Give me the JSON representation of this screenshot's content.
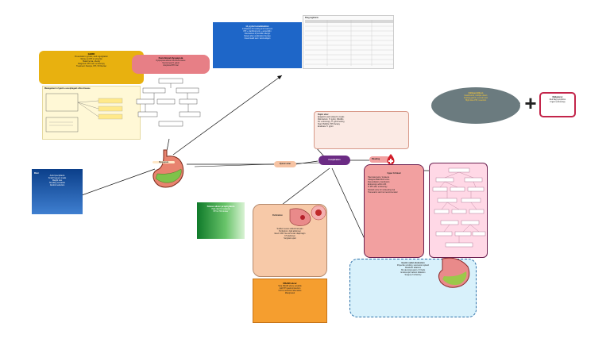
{
  "central": {
    "stomach_label": "Dyspepsia",
    "pyloric_label": "Pyloric ulcer",
    "complication_label": "Complication",
    "bleeding_label": "Bleeding"
  },
  "gerd": {
    "title": "GERD",
    "lines": [
      "Presentation: pyrosis, acid regurgitation",
      "Worse on PPI or lying flat",
      "Hiatal hernia, obesity",
      "Diagnosis: PPI trial / endoscopy",
      "Treatment: lifestyle, PPI, H2 blocker"
    ],
    "fig_caption": "Management of gastro-oesophageal reflux disease"
  },
  "functional": {
    "title": "Functional dyspepsia",
    "lines": [
      "Dyspepsia without structural cause",
      "Test & treat H. pylori",
      "Empirical PPI trial"
    ]
  },
  "hpylori": {
    "title": "H. pylori eradication",
    "lines": [
      "Indications for testing and treatment",
      "PPI + clarithromycin + amoxicillin",
      "Alternatives if penicillin allergic",
      "Retest after eradication therapy",
      "Urea breath test / stool antigen"
    ]
  },
  "side_table": {
    "title": "Drug regimens"
  },
  "sidebar": {
    "title": "Diet",
    "lines": [
      "Avoid precipitants",
      "Small frequent meals",
      "Weight loss",
      "Smoking cessation",
      "Alcohol reduction"
    ]
  },
  "gradient_box": {
    "title": "Stress ulcer prophylaxis",
    "lines": [
      "High risk ICU patients",
      "PPI or H2 blocker"
    ]
  },
  "peptic": {
    "title": "Peptic ulcer",
    "lines": [
      "Epigastric pain related to meals",
      "Risk factors: H. pylori, NSAIDs",
      "Dx: endoscopy, H. pylori testing",
      "Stop NSAIDs, PPI therapy",
      "Eradicate H. pylori"
    ]
  },
  "perforation": {
    "title": "Perforation",
    "lines": [
      "Sudden severe abdominal pain",
      "Peritonism, rigid abdomen",
      "Erect CXR: free air under diaphragm",
      "CT abdomen",
      "Surgical repair"
    ]
  },
  "orange_box": {
    "title": "NSAID ulcer",
    "lines": [
      "Stop NSAID where possible",
      "Add PPI gastroprotection",
      "COX-2 selective alternative",
      "Misoprostol"
    ]
  },
  "bleeding_box": {
    "title": "Upper GI bleed",
    "lines": [
      "Haematemesis / melaena",
      "Glasgow-Blatchford score",
      "Resuscitation, transfusion",
      "Endoscopy within 24h",
      "IV PPI after endoscopy",
      "Rockall score for rebleeding risk",
      "Tranexamic acid not recommended"
    ]
  },
  "outlet": {
    "title": "Gastric outlet obstruction",
    "lines": [
      "Projectile vomiting, succussion splash",
      "Metabolic alkalosis",
      "NG decompression, IV fluids",
      "Endoscopic balloon dilatation",
      "Surgery if refractory"
    ]
  },
  "gray_oval": {
    "title": "Zollinger-Ellison",
    "lines": [
      "Gastrinoma, multiple ulcers",
      "Fasting gastrin, secretin test",
      "High dose PPI, resection"
    ]
  },
  "plus_symbol": "+",
  "red_card": {
    "title": "Malignancy",
    "lines": [
      "Red flag symptoms",
      "Urgent endoscopy"
    ]
  },
  "colors": {
    "gerd_header": "#e8b10f",
    "func_header": "#e77f86",
    "hp_header": "#1e66c8",
    "bleeding": "#f2a0a0",
    "pink_panel": "#ffd8e6",
    "peach": "#f7c9a8",
    "orange": "#f59e2f",
    "outlet_bg": "#d8f1fb",
    "oval": "#6b7b7f",
    "red_card": "#c3254a"
  }
}
